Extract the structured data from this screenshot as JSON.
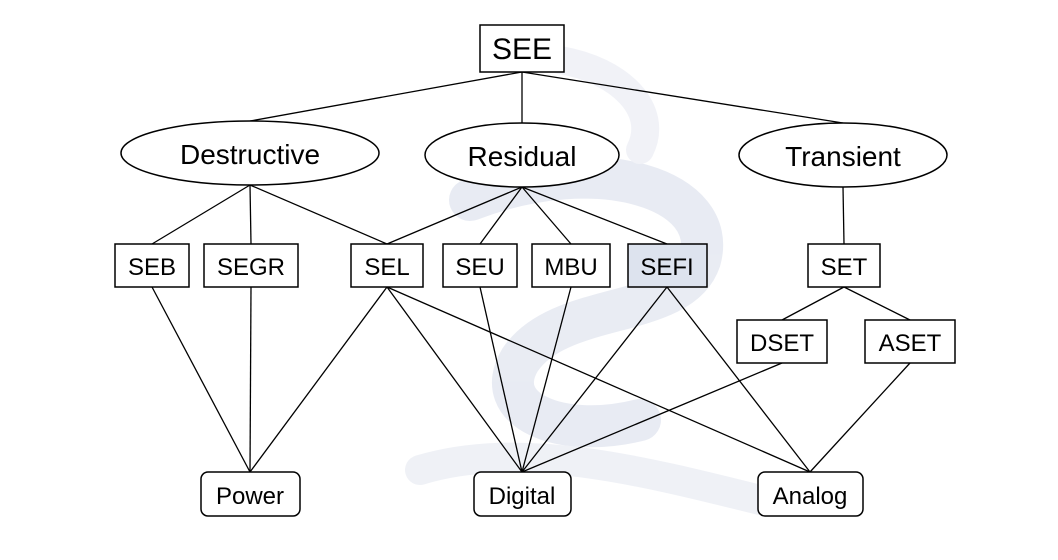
{
  "root": {
    "label": "SEE"
  },
  "categories": [
    {
      "id": "destructive",
      "label": "Destructive"
    },
    {
      "id": "residual",
      "label": "Residual"
    },
    {
      "id": "transient",
      "label": "Transient"
    }
  ],
  "effects": [
    {
      "id": "seb",
      "label": "SEB"
    },
    {
      "id": "segr",
      "label": "SEGR"
    },
    {
      "id": "sel",
      "label": "SEL"
    },
    {
      "id": "seu",
      "label": "SEU"
    },
    {
      "id": "mbu",
      "label": "MBU"
    },
    {
      "id": "sefi",
      "label": "SEFI"
    },
    {
      "id": "set",
      "label": "SET"
    }
  ],
  "set_subtypes": [
    {
      "id": "dset",
      "label": "DSET"
    },
    {
      "id": "aset",
      "label": "ASET"
    }
  ],
  "targets": [
    {
      "id": "power",
      "label": "Power"
    },
    {
      "id": "digital",
      "label": "Digital"
    },
    {
      "id": "analog",
      "label": "Analog"
    }
  ],
  "links": [
    [
      "see",
      "destructive"
    ],
    [
      "see",
      "residual"
    ],
    [
      "see",
      "transient"
    ],
    [
      "destructive",
      "seb"
    ],
    [
      "destructive",
      "segr"
    ],
    [
      "destructive",
      "sel"
    ],
    [
      "residual",
      "sel"
    ],
    [
      "residual",
      "seu"
    ],
    [
      "residual",
      "mbu"
    ],
    [
      "residual",
      "sefi"
    ],
    [
      "transient",
      "set"
    ],
    [
      "set",
      "dset"
    ],
    [
      "set",
      "aset"
    ],
    [
      "seb",
      "power"
    ],
    [
      "segr",
      "power"
    ],
    [
      "sel",
      "power"
    ],
    [
      "sel",
      "digital"
    ],
    [
      "sel",
      "analog"
    ],
    [
      "seu",
      "digital"
    ],
    [
      "mbu",
      "digital"
    ],
    [
      "sefi",
      "digital"
    ],
    [
      "sefi",
      "analog"
    ],
    [
      "dset",
      "digital"
    ],
    [
      "aset",
      "analog"
    ]
  ]
}
